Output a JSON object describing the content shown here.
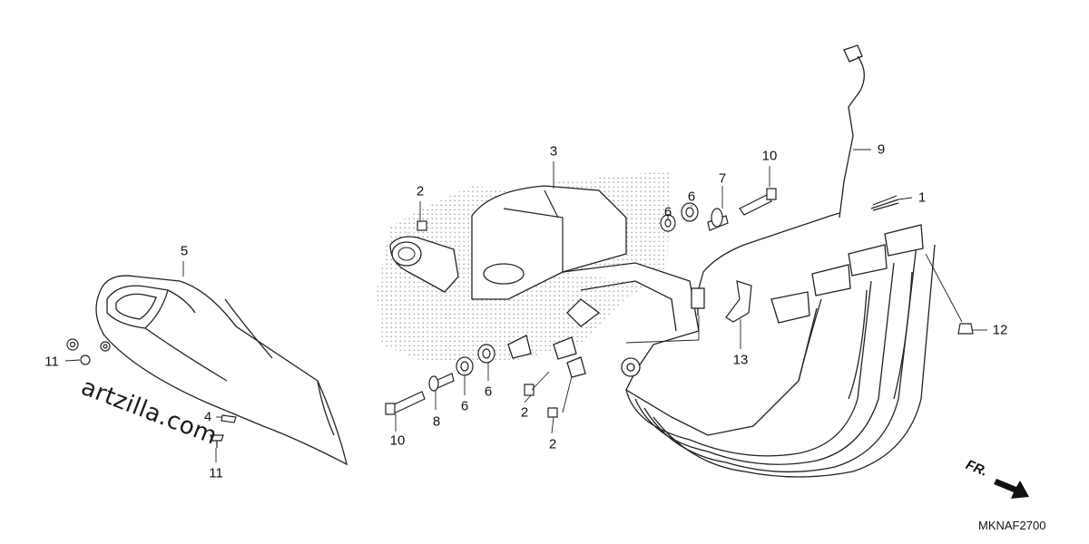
{
  "diagram": {
    "code": "MKNAF2700",
    "watermark": "artzilla.com",
    "direction_label": "FR.",
    "callouts": {
      "c1": "1",
      "c2a": "2",
      "c2b": "2",
      "c2c": "2",
      "c3": "3",
      "c4": "4",
      "c5": "5",
      "c6a": "6",
      "c6b": "6",
      "c6c": "6",
      "c6d": "6",
      "c7": "7",
      "c8": "8",
      "c9": "9",
      "c10a": "10",
      "c10b": "10",
      "c11a": "11",
      "c11b": "11",
      "c12": "12",
      "c13": "13"
    }
  }
}
